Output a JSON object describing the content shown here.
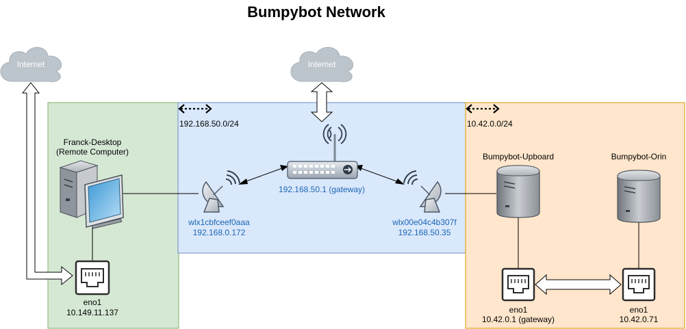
{
  "title": "Bumpybot Network",
  "clouds": {
    "left": "Internet",
    "center": "Internet"
  },
  "zones": {
    "lan_subnet": "192.168.50.0/24",
    "robot_subnet": "10.42.0.0/24"
  },
  "desktop": {
    "name_line1": "Franck-Desktop",
    "name_line2": "(Remote Computer)",
    "eth_name": "eno1",
    "eth_ip": "10.149.11.137"
  },
  "wifi_left": {
    "iface": "wlx1cbfceef0aaa",
    "ip": "192.168.0.172"
  },
  "router": {
    "label": "192.168.50.1 (gateway)"
  },
  "wifi_right": {
    "iface": "wlx00e04c4b307f",
    "ip": "192.168.50.35"
  },
  "upboard": {
    "name": "Bumpybot-Upboard",
    "eth_name": "eno1",
    "eth_ip": "10.42.0.1 (gateway)"
  },
  "orin": {
    "name": "Bumpybot-Orin",
    "eth_name": "eno1",
    "eth_ip": "10.42.0.71"
  },
  "colors": {
    "green_fill": "#d5e8d4",
    "green_stroke": "#82b366",
    "blue_fill": "#dae8fc",
    "blue_stroke": "#6c8ebf",
    "orange_fill": "#ffe6cc",
    "orange_stroke": "#d79b00",
    "cloud": "#bcc4cc",
    "label_blue": "#1a66b3"
  }
}
